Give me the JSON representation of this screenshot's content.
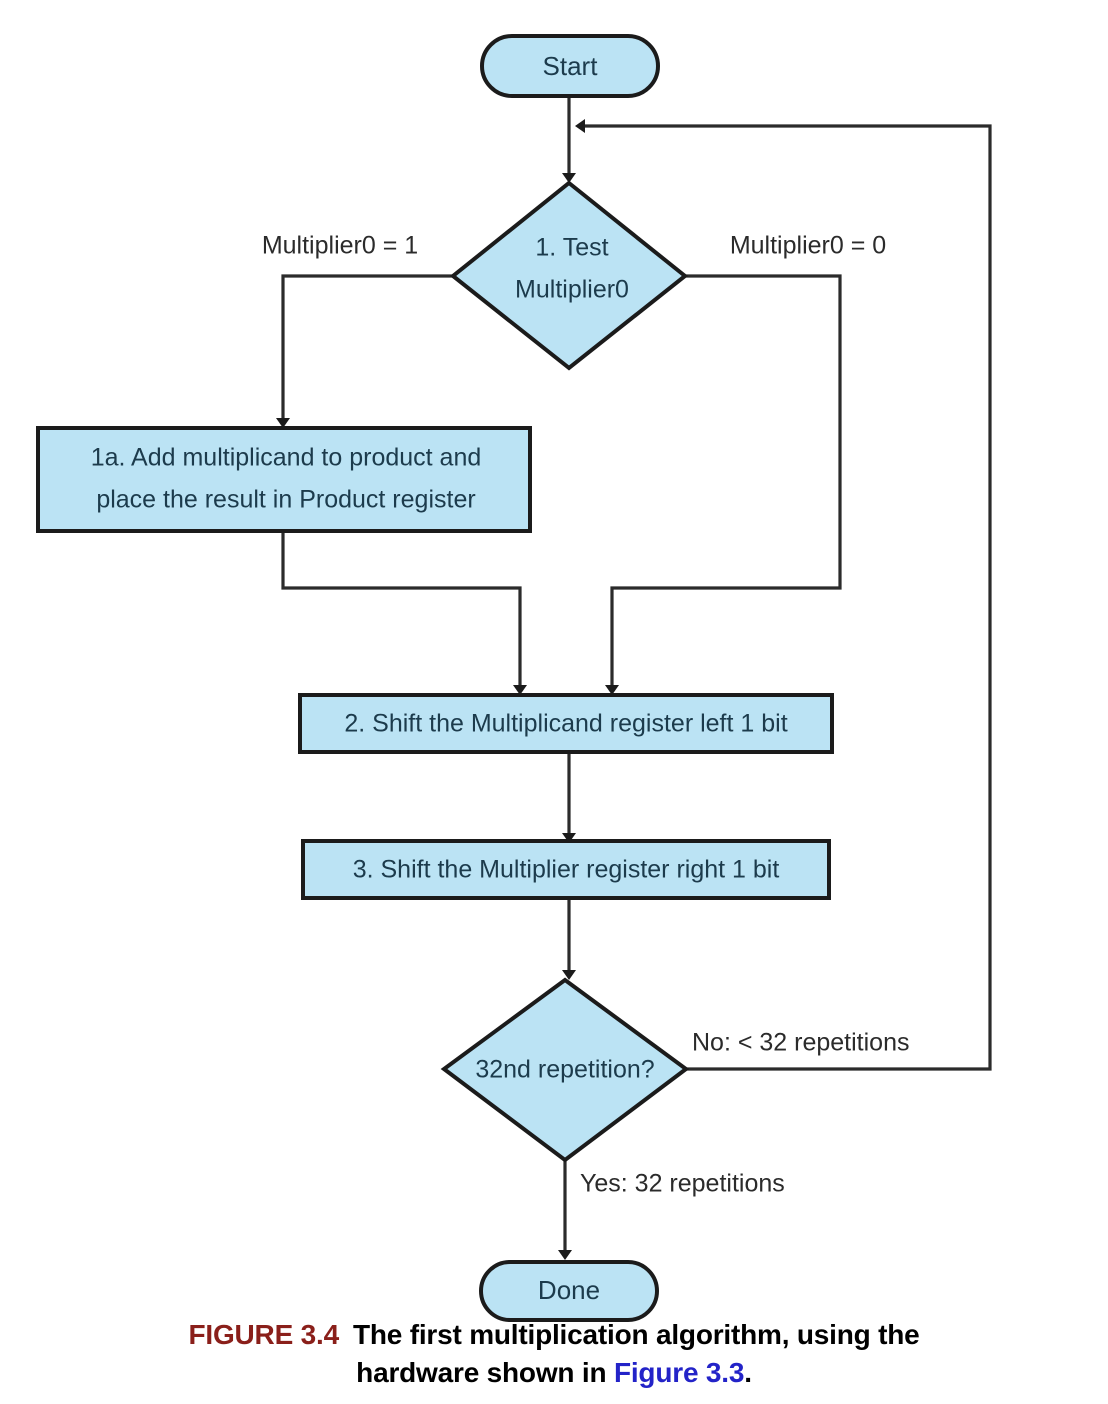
{
  "figure": {
    "number_label": "FIGURE 3.4",
    "caption_line1": "The first multiplication algorithm, using the",
    "caption_line2_prefix": "hardware shown in ",
    "caption_reference": "Figure 3.3",
    "caption_suffix": ".",
    "colors": {
      "figure_number": "#8a1f1a",
      "reference_link": "#2323c8",
      "node_fill": "#bbe3f4",
      "node_border": "#1b1b1b",
      "connector": "#2b2b2b",
      "node_text": "#1c3b4c",
      "background": "#ffffff"
    }
  },
  "flowchart": {
    "type": "flowchart",
    "title": "The first multiplication algorithm",
    "nodes": [
      {
        "id": "start",
        "shape": "terminator",
        "label": "Start"
      },
      {
        "id": "test",
        "shape": "decision",
        "label_line1": "1.  Test",
        "label_line2": "Multiplier0"
      },
      {
        "id": "step1a",
        "shape": "process",
        "label_line1": "1a.  Add multiplicand to product and",
        "label_line2": "place the result in Product register"
      },
      {
        "id": "step2",
        "shape": "process",
        "label": "2.  Shift the Multiplicand register left 1 bit"
      },
      {
        "id": "step3",
        "shape": "process",
        "label": "3.  Shift the Multiplier register right 1 bit"
      },
      {
        "id": "repeat",
        "shape": "decision",
        "label": "32nd repetition?"
      },
      {
        "id": "done",
        "shape": "terminator",
        "label": "Done"
      }
    ],
    "edges": [
      {
        "from": "start",
        "to": "test",
        "label": ""
      },
      {
        "from": "test",
        "to": "step1a",
        "label": "Multiplier0 = 1"
      },
      {
        "from": "test",
        "to": "step2",
        "label": "Multiplier0 = 0"
      },
      {
        "from": "step1a",
        "to": "step2",
        "label": ""
      },
      {
        "from": "step2",
        "to": "step3",
        "label": ""
      },
      {
        "from": "step3",
        "to": "repeat",
        "label": ""
      },
      {
        "from": "repeat",
        "to": "test",
        "label": "No: < 32 repetitions"
      },
      {
        "from": "repeat",
        "to": "done",
        "label": "Yes: 32 repetitions"
      }
    ],
    "edge_labels": {
      "multiplier0_is_1": "Multiplier0 = 1",
      "multiplier0_is_0": "Multiplier0 = 0",
      "no_branch": "No: < 32 repetitions",
      "yes_branch": "Yes: 32 repetitions"
    }
  }
}
